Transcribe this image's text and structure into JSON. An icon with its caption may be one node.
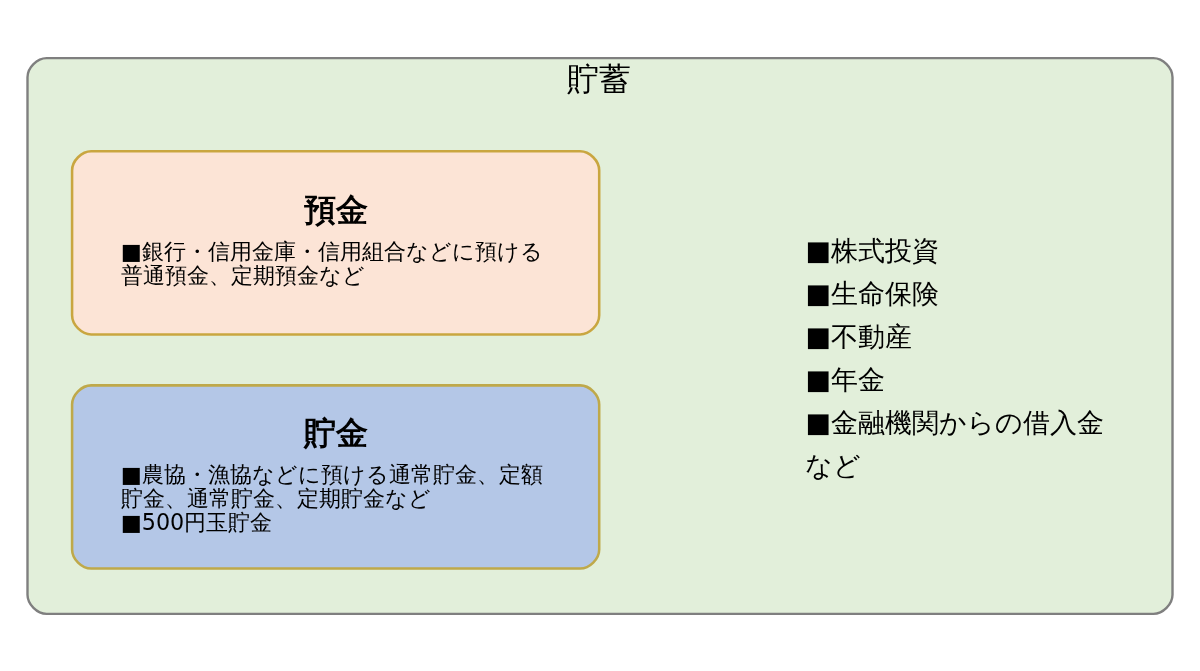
{
  "diagram": {
    "nodes": [
      {
        "text": [
          "貯蓄",
          "■株式投資",
          "■生命保険",
          "■不動産",
          "■年金",
          "■金融機関からの借入金",
          "など"
        ]
      },
      {
        "text": [
          "預金",
          "■銀行・信用金庫・信用組合などに預ける普通預金、定期預金など"
        ],
        "in": 0
      },
      {
        "text": [
          "貯金",
          "■農協・漁協などに預ける通常貯金、定額貯金、通常貯金、定期貯金など",
          "■500円玉貯金"
        ],
        "in": 0
      }
    ]
  }
}
